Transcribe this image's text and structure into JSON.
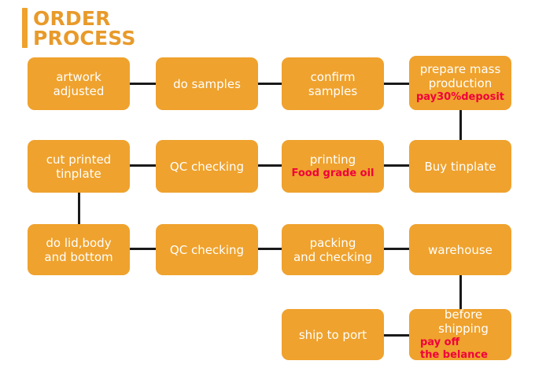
{
  "header": {
    "title_line1": "ORDER",
    "title_line2": "PROCESS",
    "accent_color": "#EFA22D"
  },
  "colors": {
    "node_fill": "#EFA22D",
    "node_text": "#FFFFFF",
    "note_text": "#F0003C",
    "connector": "#1A1A1A",
    "background": "#FFFFFF"
  },
  "diagram": {
    "type": "flowchart",
    "nodes": [
      {
        "id": "n1",
        "label": "artwork\nadjusted",
        "note": "",
        "row": 1,
        "col": 1
      },
      {
        "id": "n2",
        "label": "do samples",
        "note": "",
        "row": 1,
        "col": 2
      },
      {
        "id": "n3",
        "label": "confirm samples",
        "note": "",
        "row": 1,
        "col": 3
      },
      {
        "id": "n4",
        "label": "prepare mass\nproduction",
        "note": "pay30%deposit",
        "row": 1,
        "col": 4
      },
      {
        "id": "n5",
        "label": "cut printed\ntinplate",
        "note": "",
        "row": 2,
        "col": 1
      },
      {
        "id": "n6",
        "label": "QC checking",
        "note": "",
        "row": 2,
        "col": 2
      },
      {
        "id": "n7",
        "label": "printing",
        "note": "Food grade oil",
        "row": 2,
        "col": 3
      },
      {
        "id": "n8",
        "label": "Buy tinplate",
        "note": "",
        "row": 2,
        "col": 4
      },
      {
        "id": "n9",
        "label": "do lid,body\nand bottom",
        "note": "",
        "row": 3,
        "col": 1
      },
      {
        "id": "n10",
        "label": "QC checking",
        "note": "",
        "row": 3,
        "col": 2
      },
      {
        "id": "n11",
        "label": "packing\nand checking",
        "note": "",
        "row": 3,
        "col": 3
      },
      {
        "id": "n12",
        "label": "warehouse",
        "note": "",
        "row": 3,
        "col": 4
      },
      {
        "id": "n13",
        "label": "ship to port",
        "note": "",
        "row": 4,
        "col": 3
      },
      {
        "id": "n14",
        "label": "before shipping",
        "note": "pay off\nthe belance",
        "row": 4,
        "col": 4
      }
    ],
    "edges": [
      {
        "from": "n1",
        "to": "n2",
        "dir": "right"
      },
      {
        "from": "n2",
        "to": "n3",
        "dir": "right"
      },
      {
        "from": "n3",
        "to": "n4",
        "dir": "right"
      },
      {
        "from": "n4",
        "to": "n8",
        "dir": "down"
      },
      {
        "from": "n8",
        "to": "n7",
        "dir": "left"
      },
      {
        "from": "n7",
        "to": "n6",
        "dir": "left"
      },
      {
        "from": "n6",
        "to": "n5",
        "dir": "left"
      },
      {
        "from": "n5",
        "to": "n9",
        "dir": "down"
      },
      {
        "from": "n9",
        "to": "n10",
        "dir": "right"
      },
      {
        "from": "n10",
        "to": "n11",
        "dir": "right"
      },
      {
        "from": "n11",
        "to": "n12",
        "dir": "right"
      },
      {
        "from": "n12",
        "to": "n14",
        "dir": "down"
      },
      {
        "from": "n14",
        "to": "n13",
        "dir": "left"
      }
    ]
  }
}
